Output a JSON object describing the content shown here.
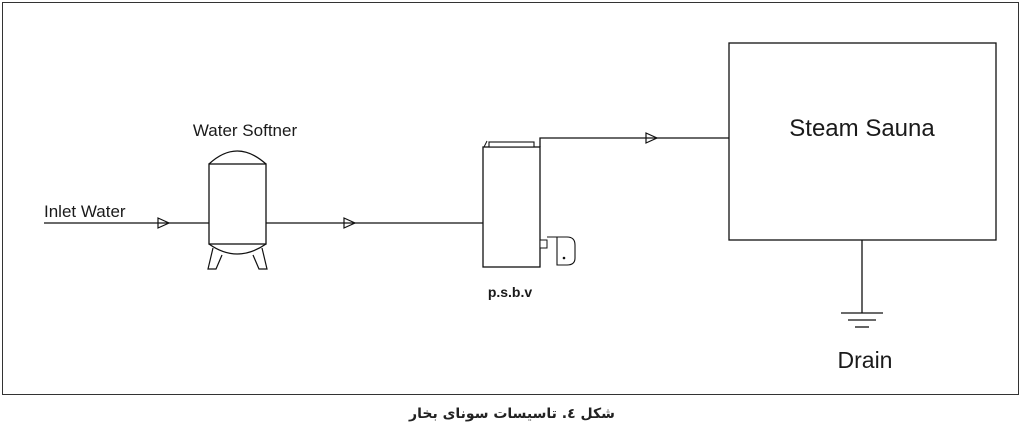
{
  "diagram": {
    "labels": {
      "inlet": "Inlet Water",
      "softener": "Water Softner",
      "valve": "p.s.b.v",
      "sauna": "Steam Sauna",
      "drain": "Drain"
    },
    "icons": {
      "softener": "water-softener-tank-icon",
      "generator": "steam-generator-icon",
      "drain": "ground-drain-icon",
      "flow": "flow-arrow-icon"
    }
  },
  "caption": "شکل ٤. تاسیسات سونای بخار"
}
